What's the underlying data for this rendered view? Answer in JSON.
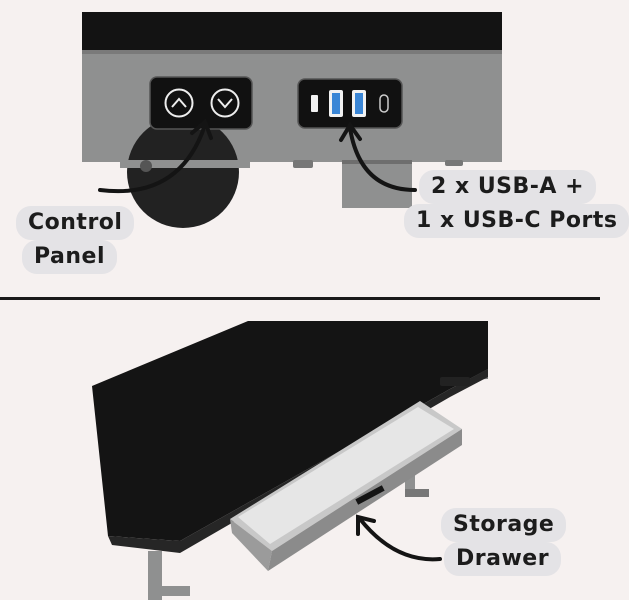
{
  "labels": {
    "control_panel_line1": "Control",
    "control_panel_line2": "Panel",
    "usb_line1": "2 x USB-A +",
    "usb_line2": "1 x USB-C Ports",
    "drawer_line1": "Storage",
    "drawer_line2": "Drawer"
  },
  "colors": {
    "background": "#f6f1f0",
    "desktop_black": "#141414",
    "frame_grey": "#8f9090",
    "label_bg": "#e4e3e6",
    "usb_blue": "#3a86d6"
  },
  "icons": [
    "chevron-up-icon",
    "chevron-down-icon",
    "usb-a-port-icon",
    "usb-c-port-icon",
    "curved-arrow-icon"
  ]
}
